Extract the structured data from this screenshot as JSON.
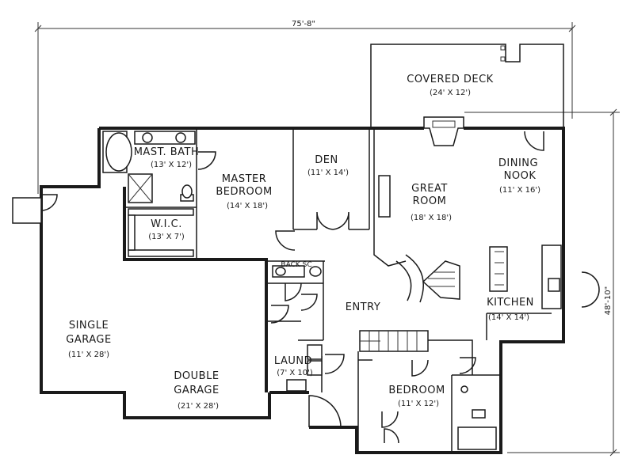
{
  "dimensions": {
    "overall_width": "75'-8\"",
    "overall_depth": "48'-10\""
  },
  "rooms": [
    {
      "key": "covered_deck",
      "name": "COVERED DECK",
      "size": "(24' X 12')"
    },
    {
      "key": "mast_bath",
      "name": "MAST. BATH",
      "size": "(13' X 12')"
    },
    {
      "key": "master_bedroom",
      "name_lines": [
        "MASTER",
        "BEDROOM"
      ],
      "size": "(14' X 18')"
    },
    {
      "key": "den",
      "name": "DEN",
      "size": "(11' X 14')"
    },
    {
      "key": "great_room",
      "name_lines": [
        "GREAT",
        "ROOM"
      ],
      "size": "(18' X 18')"
    },
    {
      "key": "dining_nook",
      "name_lines": [
        "DINING",
        "NOOK"
      ],
      "size": "(11' X 16')"
    },
    {
      "key": "wic",
      "name": "W.I.C.",
      "size": "(13' X 7')"
    },
    {
      "key": "back_sc",
      "name": "BACK SC"
    },
    {
      "key": "entry",
      "name": "ENTRY"
    },
    {
      "key": "kitchen",
      "name": "KITCHEN",
      "size": "(14' X 14')"
    },
    {
      "key": "single_garage",
      "name_lines": [
        "SINGLE",
        "GARAGE"
      ],
      "size": "(11' X 28')"
    },
    {
      "key": "double_garage",
      "name_lines": [
        "DOUBLE",
        "GARAGE"
      ],
      "size": "(21' X 28')"
    },
    {
      "key": "laund",
      "name": "LAUND",
      "size": "(7' X 10')"
    },
    {
      "key": "bedroom",
      "name": "BEDROOM",
      "size": "(11' X 12')"
    }
  ]
}
